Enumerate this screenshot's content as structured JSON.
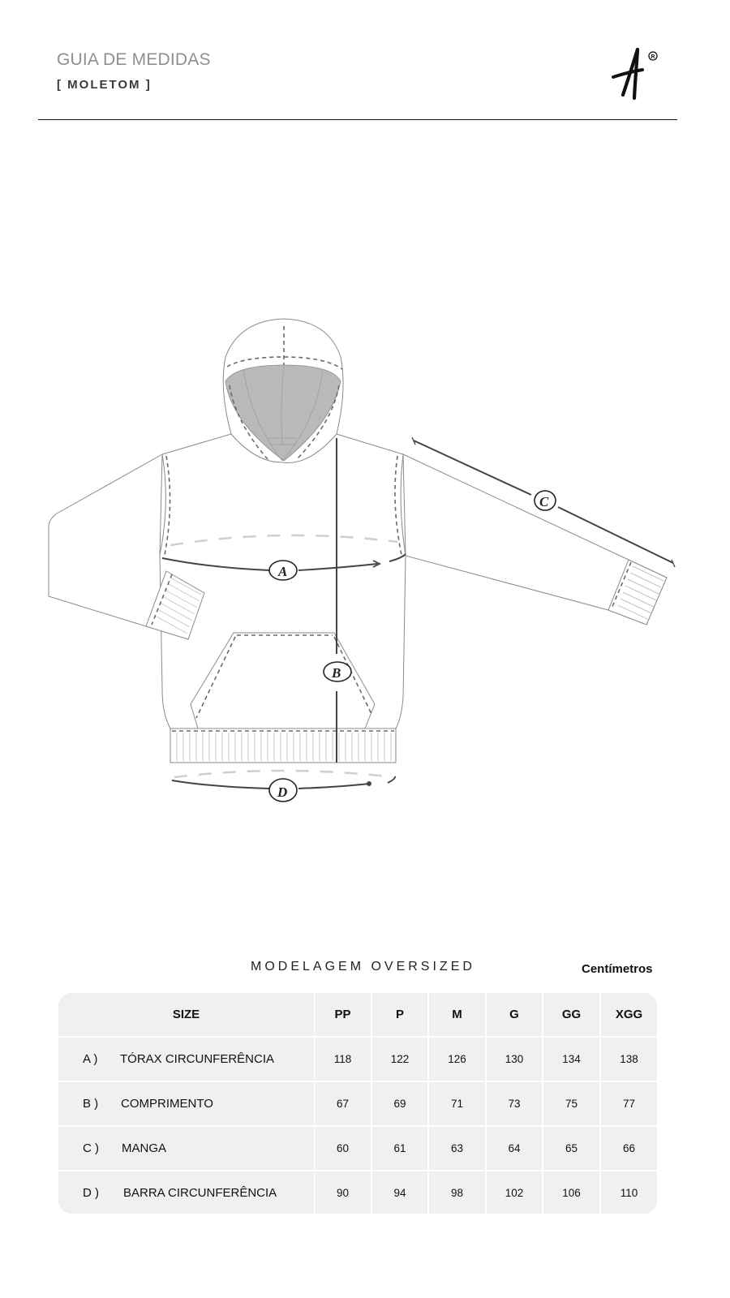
{
  "header": {
    "title": "GUIA DE MEDIDAS",
    "subtitle": "[ MOLETOM ]",
    "logo": {
      "glyph": "A",
      "registered_mark": "®"
    }
  },
  "illustration": {
    "garment": "hoodie",
    "markers": [
      {
        "id": "A",
        "label": "A",
        "meaning": "chest circumference"
      },
      {
        "id": "B",
        "label": "B",
        "meaning": "length"
      },
      {
        "id": "C",
        "label": "C",
        "meaning": "sleeve"
      },
      {
        "id": "D",
        "label": "D",
        "meaning": "hem circumference"
      }
    ],
    "colors": {
      "outline": "#8a8a8a",
      "stitch": "#6a6a6a",
      "measure_line": "#444444",
      "light_dash": "#cfcfcf",
      "hood_inner": "#b9b9bb",
      "hood_inner_light": "#c8c8ca"
    }
  },
  "table_section": {
    "title": "MODELAGEM OVERSIZED",
    "unit": "Centímetros",
    "background_color": "#f0f0f0",
    "header": {
      "size_label": "SIZE",
      "sizes": [
        "PP",
        "P",
        "M",
        "G",
        "GG",
        "XGG"
      ]
    },
    "rows": [
      {
        "letter": "A )",
        "name": "TÓRAX CIRCUNFERÊNCIA",
        "values": [
          "118",
          "122",
          "126",
          "130",
          "134",
          "138"
        ]
      },
      {
        "letter": "B )",
        "name": "COMPRIMENTO",
        "values": [
          "67",
          "69",
          "71",
          "73",
          "75",
          "77"
        ]
      },
      {
        "letter": "C )",
        "name": "MANGA",
        "values": [
          "60",
          "61",
          "63",
          "64",
          "65",
          "66"
        ]
      },
      {
        "letter": "D )",
        "name": "BARRA CIRCUNFERÊNCIA",
        "values": [
          "90",
          "94",
          "98",
          "102",
          "106",
          "110"
        ]
      }
    ]
  }
}
